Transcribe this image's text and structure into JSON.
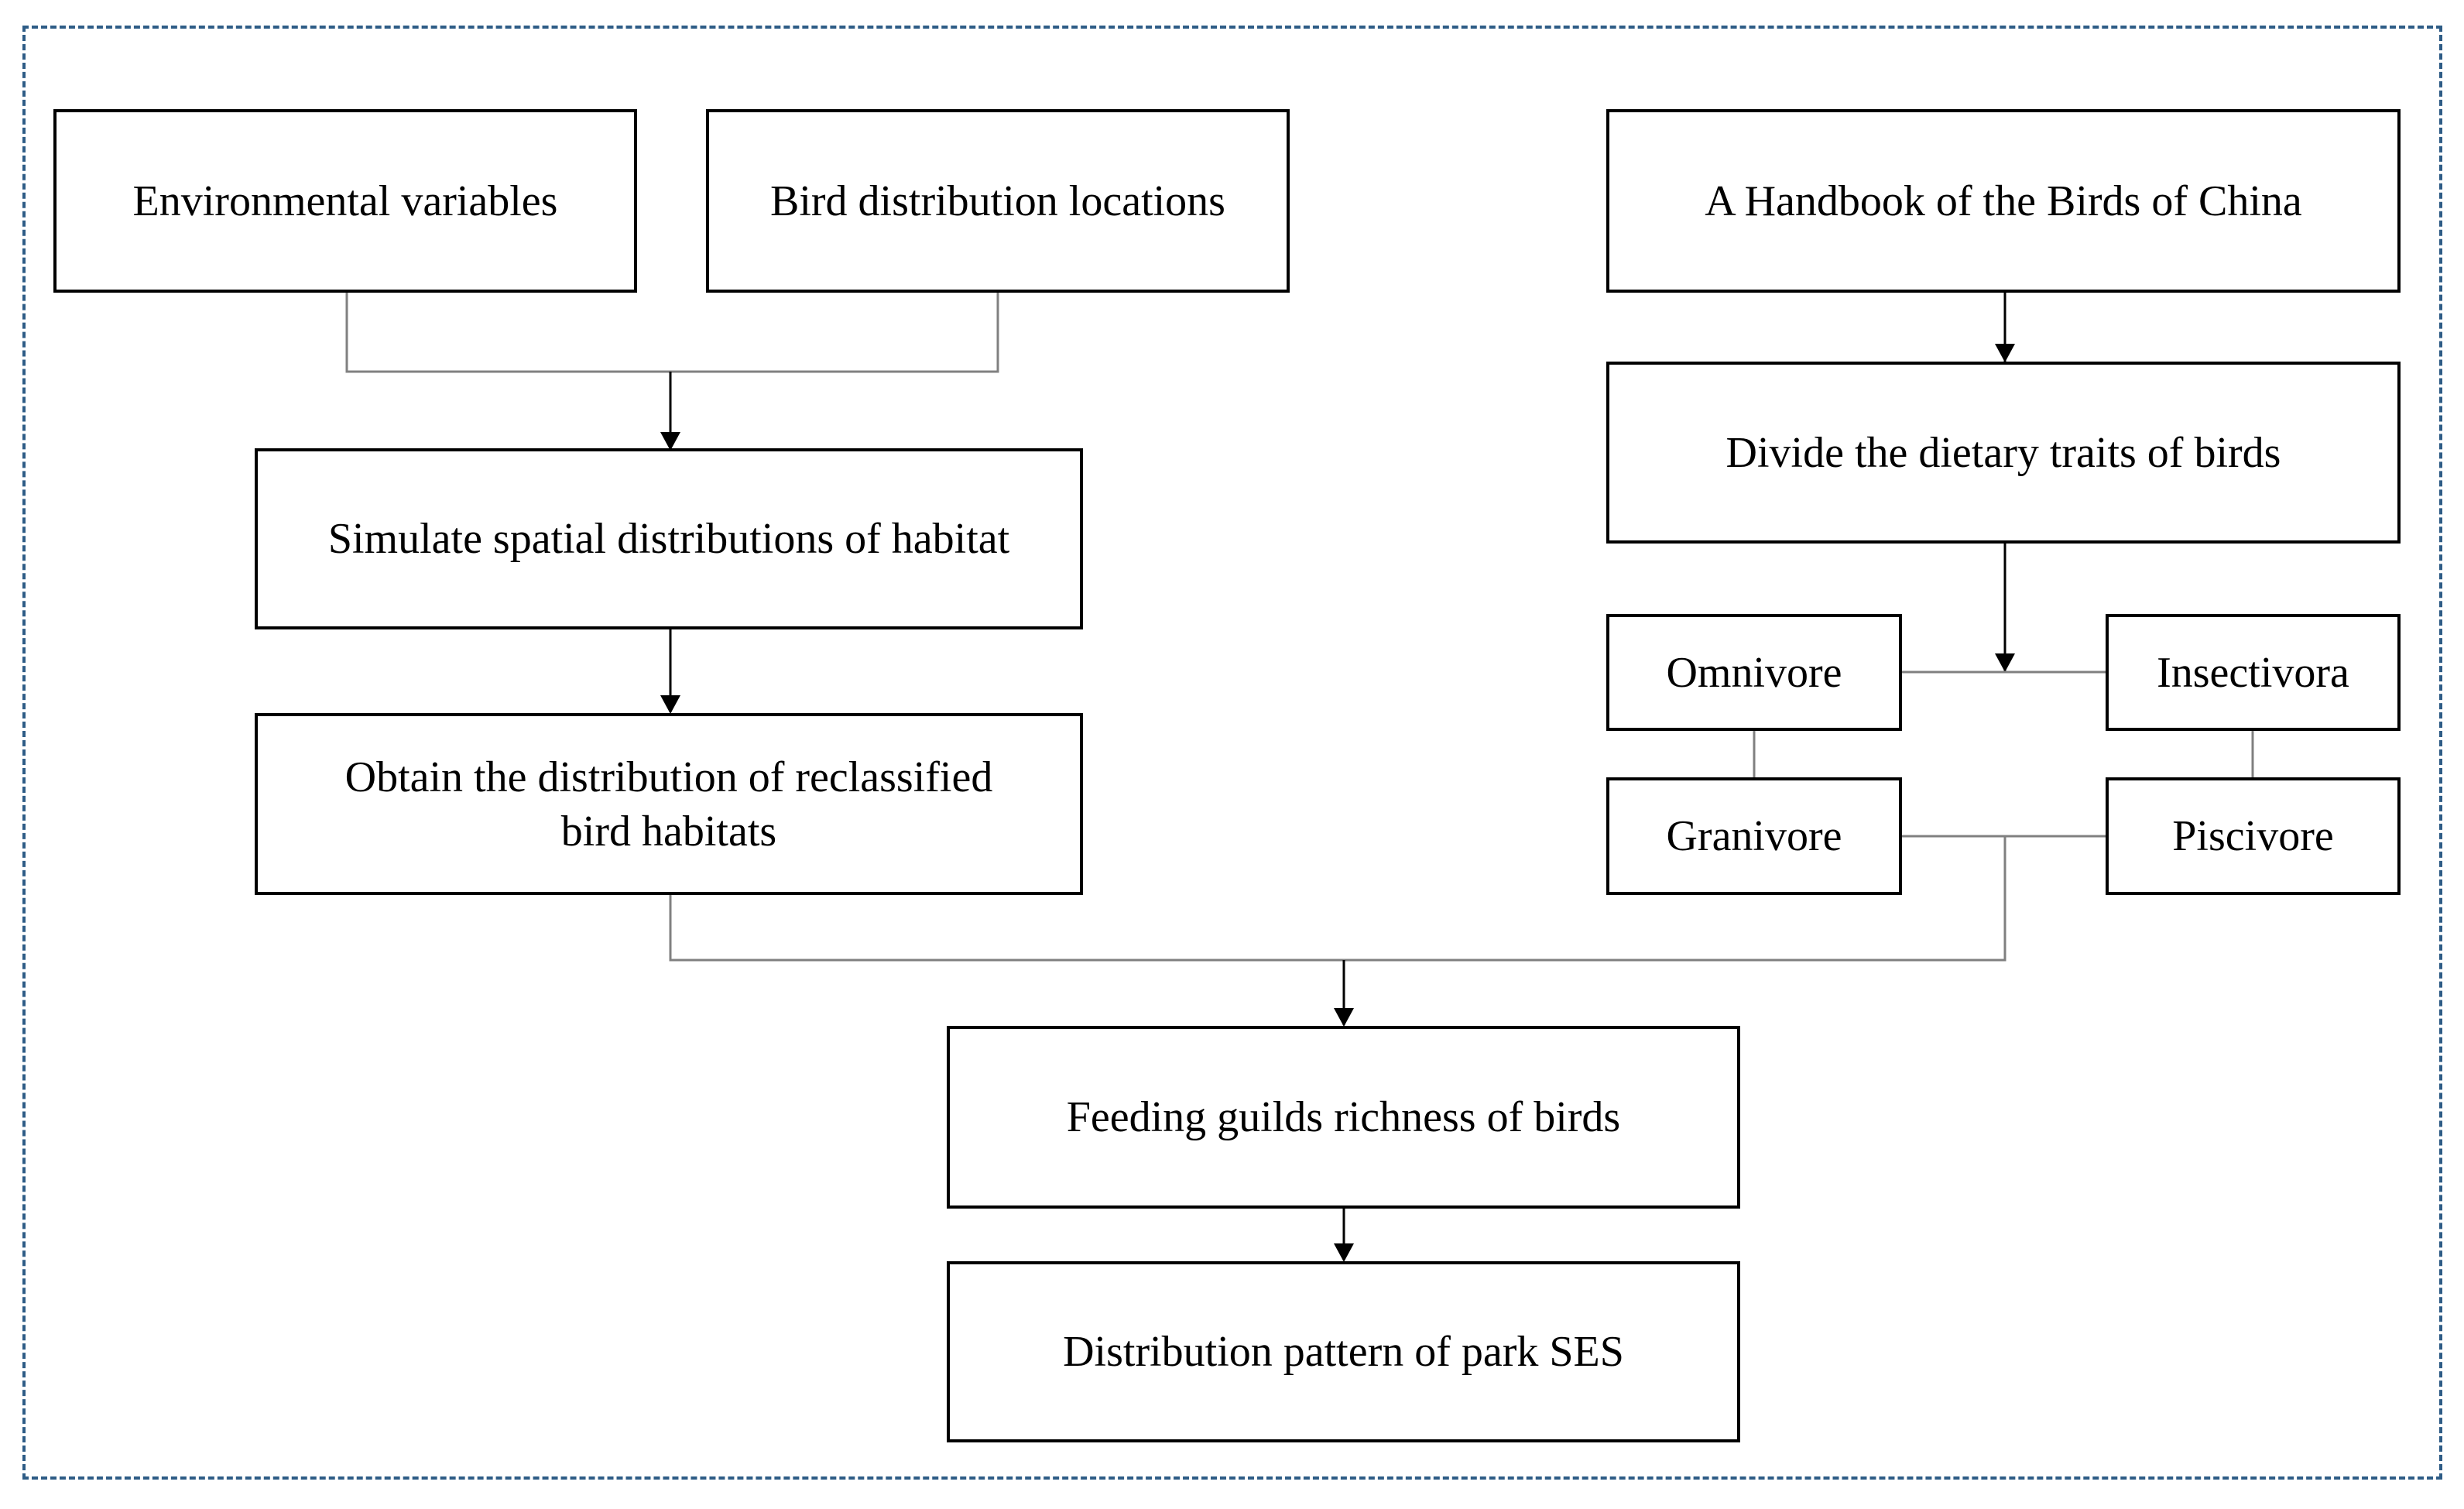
{
  "boxes": {
    "environmental_variables": "Environmental variables",
    "bird_distribution_locations": "Bird distribution locations",
    "handbook": "A Handbook of the Birds of China",
    "simulate_spatial": "Simulate spatial distributions of habitat",
    "divide_dietary": "Divide the dietary traits of birds",
    "obtain_distribution_line1": "Obtain the distribution of reclassified",
    "obtain_distribution_line2": "bird habitats",
    "omnivore": "Omnivore",
    "insectivora": "Insectivora",
    "granivore": "Granivore",
    "piscivore": "Piscivore",
    "feeding_guilds": "Feeding guilds richness of birds",
    "distribution_pattern": "Distribution pattern of park SES"
  },
  "colors": {
    "frame": "#2e5c86",
    "box_border": "#000000",
    "connector": "#808080",
    "arrow": "#000000"
  }
}
